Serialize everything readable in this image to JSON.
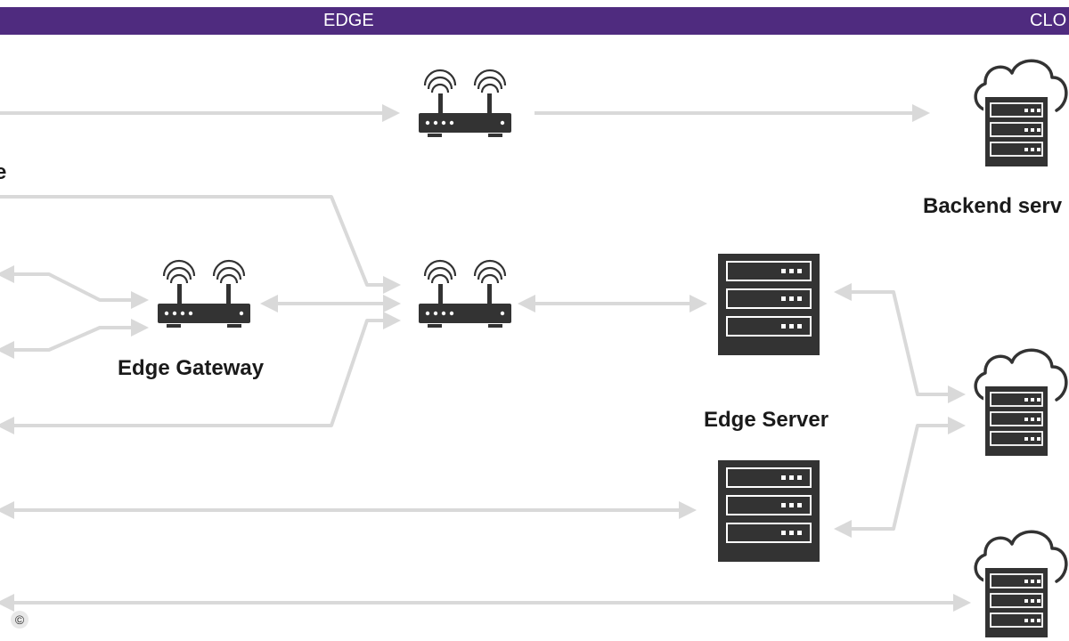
{
  "header": {
    "edge_label": "EDGE",
    "cloud_label": "CLO",
    "bar_color": "#4f2b7f"
  },
  "labels": {
    "device": "e",
    "gateway": "Edge Gateway",
    "server": "Edge Server",
    "backend": "Backend serv"
  },
  "footer": {
    "copyright": "©"
  },
  "colors": {
    "arrow": "#d9d9d9",
    "icon": "#333333"
  },
  "icons": [
    "router-icon",
    "server-icon",
    "cloud-server-icon"
  ]
}
